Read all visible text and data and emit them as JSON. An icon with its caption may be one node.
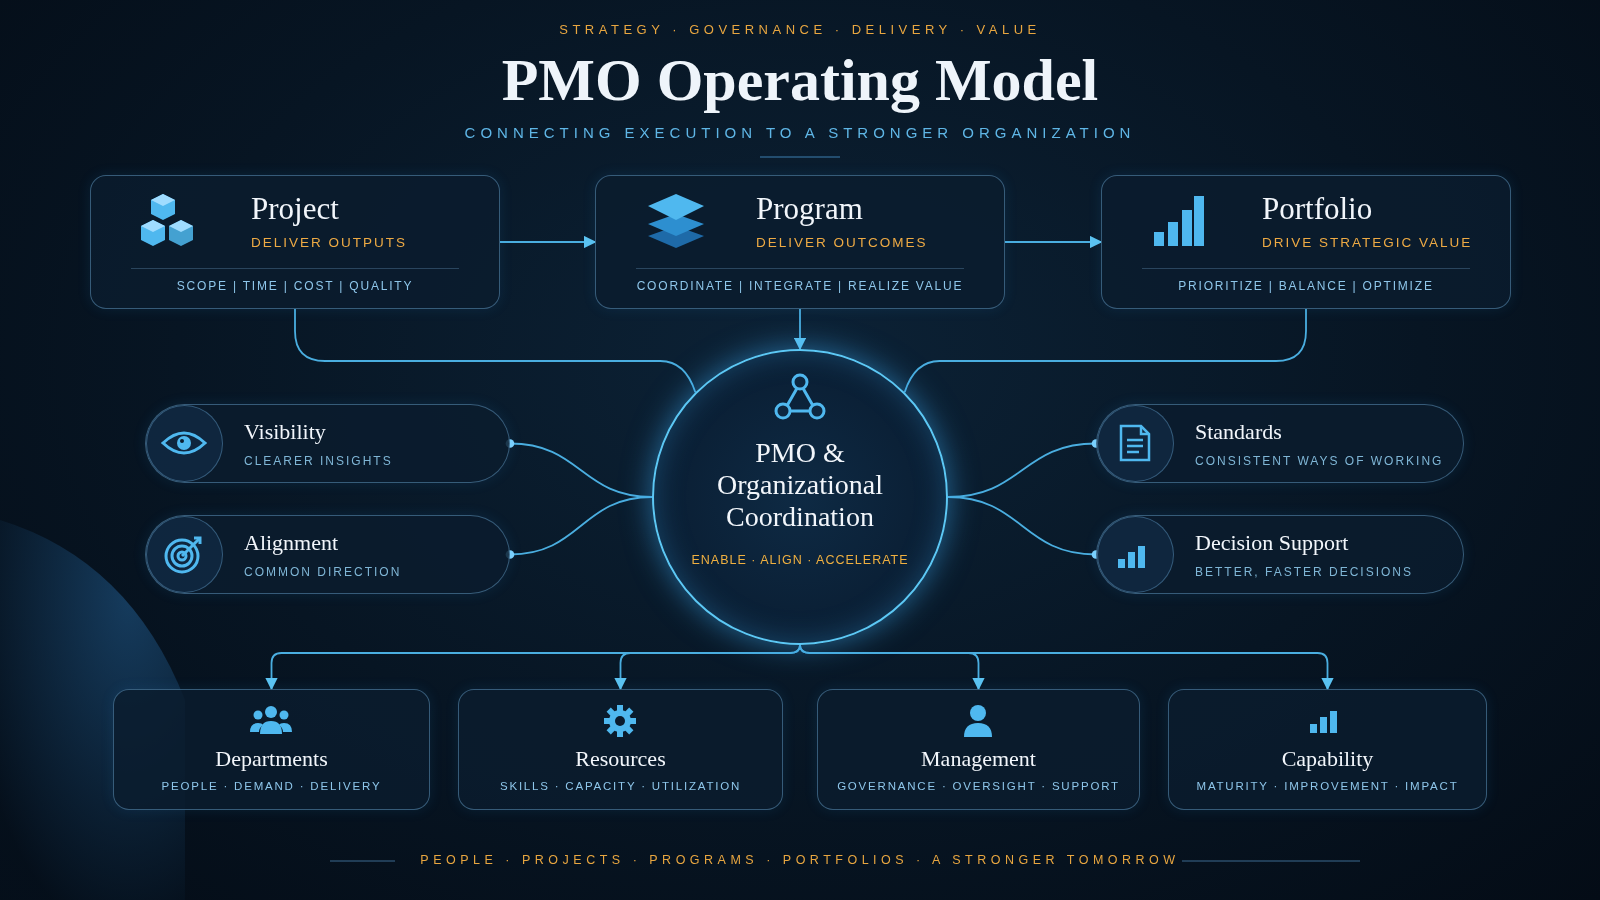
{
  "diagram": {
    "title": "PMO Operating Model",
    "nodes": [
      {
        "text": [
          "Project",
          "DELIVER OUTPUTS",
          "SCOPE | TIME | COST | QUALITY"
        ]
      },
      {
        "text": [
          "Program",
          "DELIVER OUTCOMES",
          "COORDINATE | INTEGRATE | REALIZE VALUE"
        ]
      },
      {
        "text": [
          "Portfolio",
          "DRIVE STRATEGIC VALUE",
          "PRIORITIZE | BALANCE | OPTIMIZE"
        ]
      },
      {
        "text": [
          "PMO & Organizational Coordination",
          "ENABLE · ALIGN · ACCELERATE"
        ]
      },
      {
        "text": [
          "Visibility",
          "CLEARER INSIGHTS"
        ]
      },
      {
        "text": [
          "Alignment",
          "COMMON DIRECTION"
        ]
      },
      {
        "text": [
          "Standards",
          "CONSISTENT WAYS OF WORKING"
        ]
      },
      {
        "text": [
          "Decision Support",
          "BETTER, FASTER DECISIONS"
        ]
      },
      {
        "text": [
          "Departments",
          "PEOPLE · DEMAND · DELIVERY"
        ]
      },
      {
        "text": [
          "Resources",
          "SKILLS · CAPACITY · UTILIZATION"
        ]
      },
      {
        "text": [
          "Management",
          "GOVERNANCE · OVERSIGHT · SUPPORT"
        ]
      },
      {
        "text": [
          "Capability",
          "MATURITY · IMPROVEMENT · IMPACT"
        ]
      }
    ],
    "edges": [
      {
        "from": 0,
        "to": 1,
        "arrow": "to"
      },
      {
        "from": 1,
        "to": 2,
        "arrow": "to"
      },
      {
        "from": 1,
        "to": 3,
        "arrow": "to"
      },
      {
        "from": 0,
        "to": 3,
        "arrow": "none"
      },
      {
        "from": 2,
        "to": 3,
        "arrow": "none"
      },
      {
        "from": 3,
        "to": 4,
        "arrow": "other"
      },
      {
        "from": 3,
        "to": 5,
        "arrow": "other"
      },
      {
        "from": 3,
        "to": 6,
        "arrow": "other"
      },
      {
        "from": 3,
        "to": 7,
        "arrow": "other"
      },
      {
        "from": 3,
        "to": 8,
        "arrow": "to"
      },
      {
        "from": 3,
        "to": 9,
        "arrow": "to"
      },
      {
        "from": 3,
        "to": 10,
        "arrow": "to"
      },
      {
        "from": 3,
        "to": 11,
        "arrow": "to"
      }
    ],
    "labels": [
      "STRATEGY · GOVERNANCE · DELIVERY · VALUE",
      "CONNECTING EXECUTION TO A STRONGER ORGANIZATION",
      "PEOPLE · PROJECTS · PROGRAMS · PORTFOLIOS · A STRONGER TOMORROW"
    ]
  }
}
